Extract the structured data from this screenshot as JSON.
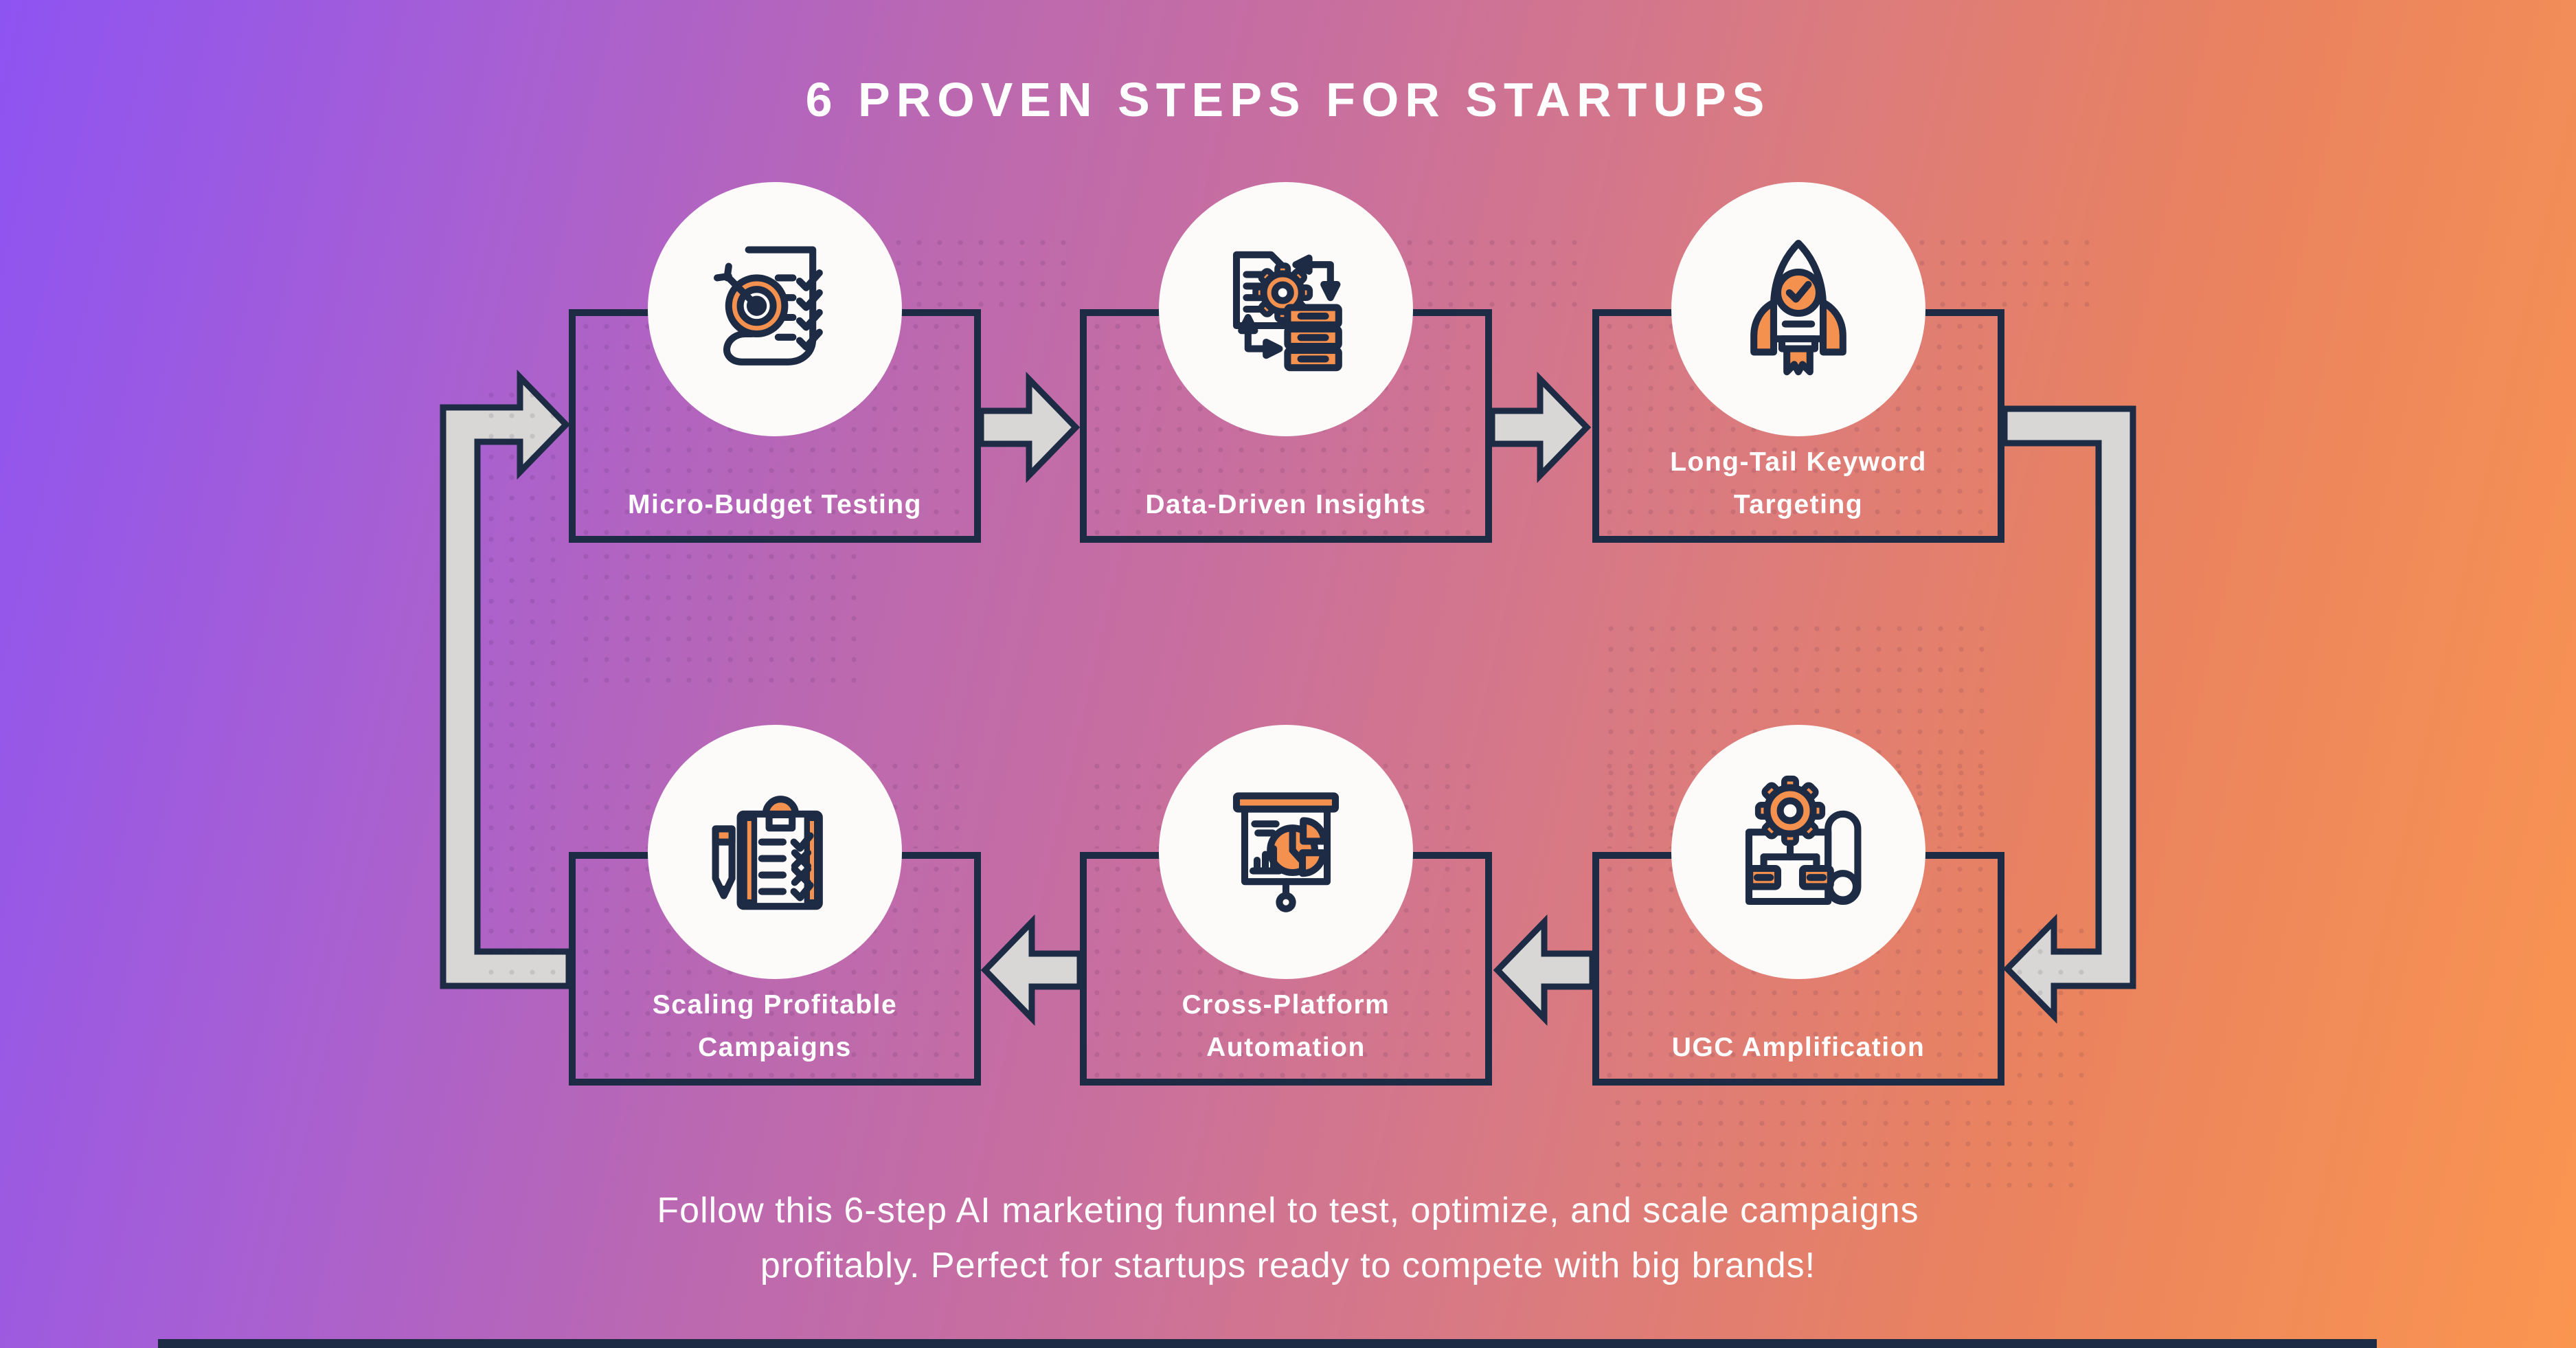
{
  "title": "6 PROVEN STEPS FOR STARTUPS",
  "subtitle": {
    "line1": "Follow this 6-step AI marketing funnel to test, optimize, and scale campaigns",
    "line2": "profitably. Perfect for startups ready to compete with big brands!"
  },
  "steps": [
    {
      "label": "Micro-Budget Testing",
      "icon": "target-checklist-icon"
    },
    {
      "label": "Data-Driven Insights",
      "icon": "document-gear-data-icon"
    },
    {
      "label": "Long-Tail Keyword Targeting",
      "icon": "rocket-launch-icon"
    },
    {
      "label": "UGC Amplification",
      "icon": "blueprint-gear-flowchart-icon"
    },
    {
      "label": "Cross-Platform Automation",
      "icon": "presentation-pie-chart-icon"
    },
    {
      "label": "Scaling Profitable Campaigns",
      "icon": "clipboard-checklist-pencil-icon"
    }
  ],
  "flow": {
    "direction": "box1 → box2 → box3 → box4 → box5 → box6 → loop back to box1",
    "loop_arrows": [
      "right-side-down-loop",
      "left-side-up-loop"
    ]
  },
  "colors": {
    "gradient_stops": [
      "#8e54f2",
      "#b363c4",
      "#c96f9e",
      "#e07e76",
      "#fa9550"
    ],
    "accent_orange": "#f5914f",
    "outline_navy": "#1d2b45",
    "arrow_gray": "#d8d7d5",
    "circle_white": "#fdfbf9",
    "text_white": "#ffffff"
  }
}
